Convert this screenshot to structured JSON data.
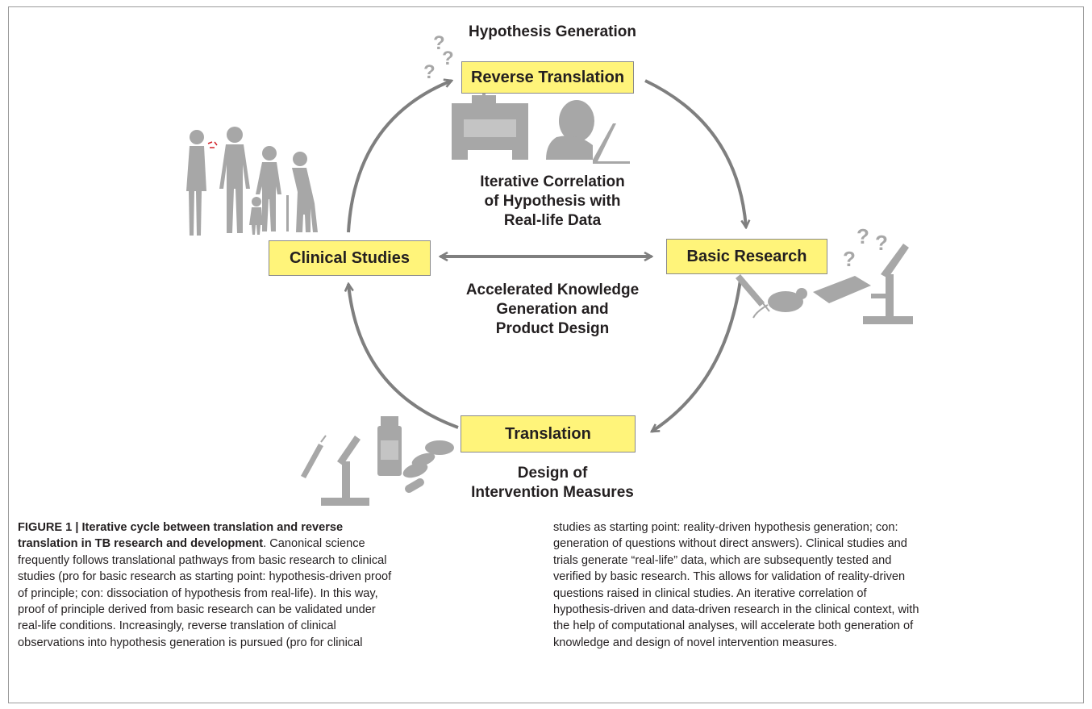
{
  "diagram": {
    "title": "Hypothesis Generation",
    "nodes": {
      "reverse_translation": "Reverse Translation",
      "clinical_studies": "Clinical Studies",
      "basic_research": "Basic Research",
      "translation": "Translation"
    },
    "center_top": [
      "Iterative Correlation",
      "of Hypothesis with",
      "Real-life Data"
    ],
    "center_bottom": [
      "Accelerated Knowledge",
      "Generation and",
      "Product Design"
    ],
    "bottom_label": [
      "Design of",
      "Intervention Measures"
    ],
    "question_mark": "?",
    "colors": {
      "box_fill": "#fff47a",
      "arrow": "#7f7f7f",
      "illustration": "#a7a7a7",
      "accent": "#d2232a"
    },
    "icons": [
      "family-silhouette-icon",
      "lab-instrument-icon",
      "person-at-laptop-icon",
      "syringe-icon",
      "mouse-icon",
      "well-plate-icon",
      "microscope-icon",
      "vial-icon",
      "pills-icon",
      "question-marks-icon"
    ]
  },
  "caption": {
    "left_lines": [
      {
        "bold": "FIGURE 1 | Iterative cycle between translation and reverse",
        "text": ""
      },
      {
        "bold": "translation in TB research and development",
        "text": ". Canonical science"
      },
      {
        "bold": "",
        "text": "frequently follows translational pathways from basic research to clinical"
      },
      {
        "bold": "",
        "text": "studies (pro for basic research as starting point: hypothesis-driven proof"
      },
      {
        "bold": "",
        "text": "of principle; con: dissociation of hypothesis from real-life). In this way,"
      },
      {
        "bold": "",
        "text": "proof of principle derived from basic research can be validated under"
      },
      {
        "bold": "",
        "text": "real-life conditions. Increasingly, reverse translation of clinical"
      },
      {
        "bold": "",
        "text": "observations into hypothesis generation is pursued (pro for clinical"
      }
    ],
    "right_lines": [
      {
        "bold": "",
        "text": "studies as starting point: reality-driven hypothesis generation; con:"
      },
      {
        "bold": "",
        "text": "generation of questions without direct answers). Clinical studies and"
      },
      {
        "bold": "",
        "text": "trials generate “real-life” data, which are subsequently tested and"
      },
      {
        "bold": "",
        "text": "verified by basic research. This allows for validation of reality-driven"
      },
      {
        "bold": "",
        "text": "questions raised in clinical studies. An iterative correlation of"
      },
      {
        "bold": "",
        "text": "hypothesis-driven and data-driven research in the clinical context, with"
      },
      {
        "bold": "",
        "text": "the help of computational analyses, will accelerate both generation of"
      },
      {
        "bold": "",
        "text": "knowledge and design of novel intervention measures."
      }
    ]
  }
}
